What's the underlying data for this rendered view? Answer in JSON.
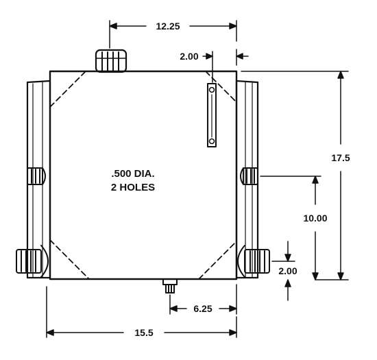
{
  "dimensions": {
    "width_top": "12.25",
    "sight_gauge_offset": "2.00",
    "height_total": "17.5",
    "port_upper_height": "10.00",
    "port_lower_height": "2.00",
    "drain_offset": "6.25",
    "width_bottom": "15.5"
  },
  "note": {
    "line1": ".500 DIA.",
    "line2": "2 HOLES"
  }
}
